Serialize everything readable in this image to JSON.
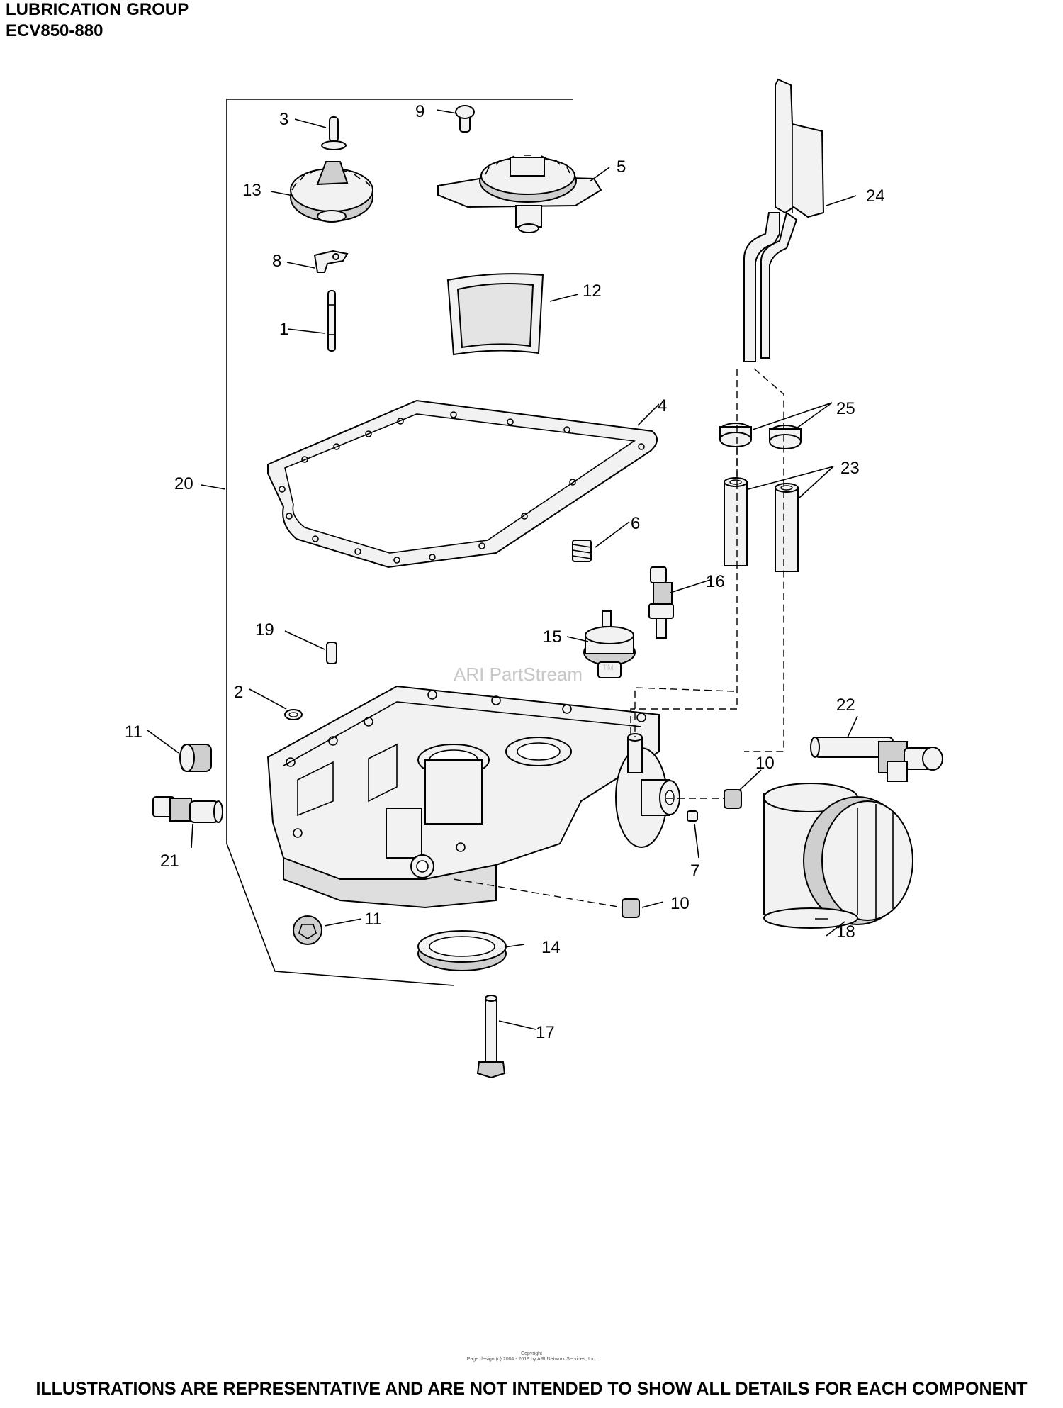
{
  "header": {
    "title": "LUBRICATION GROUP",
    "model": "ECV850-880"
  },
  "watermark": {
    "text": "ARI PartStream",
    "tm": "TM"
  },
  "callouts": [
    "1",
    "2",
    "3",
    "4",
    "5",
    "6",
    "7",
    "8",
    "9",
    "10",
    "10",
    "11",
    "11",
    "12",
    "13",
    "14",
    "15",
    "16",
    "17",
    "18",
    "19",
    "20",
    "21",
    "22",
    "23",
    "24",
    "25"
  ],
  "footer": {
    "copyright_line1": "Copyright",
    "copyright_line2": "Page design (c) 2004 - 2019 by ARI Network Services, Inc.",
    "disclaimer": "ILLUSTRATIONS ARE REPRESENTATIVE AND ARE NOT INTENDED TO SHOW ALL DETAILS FOR EACH COMPONENT"
  }
}
